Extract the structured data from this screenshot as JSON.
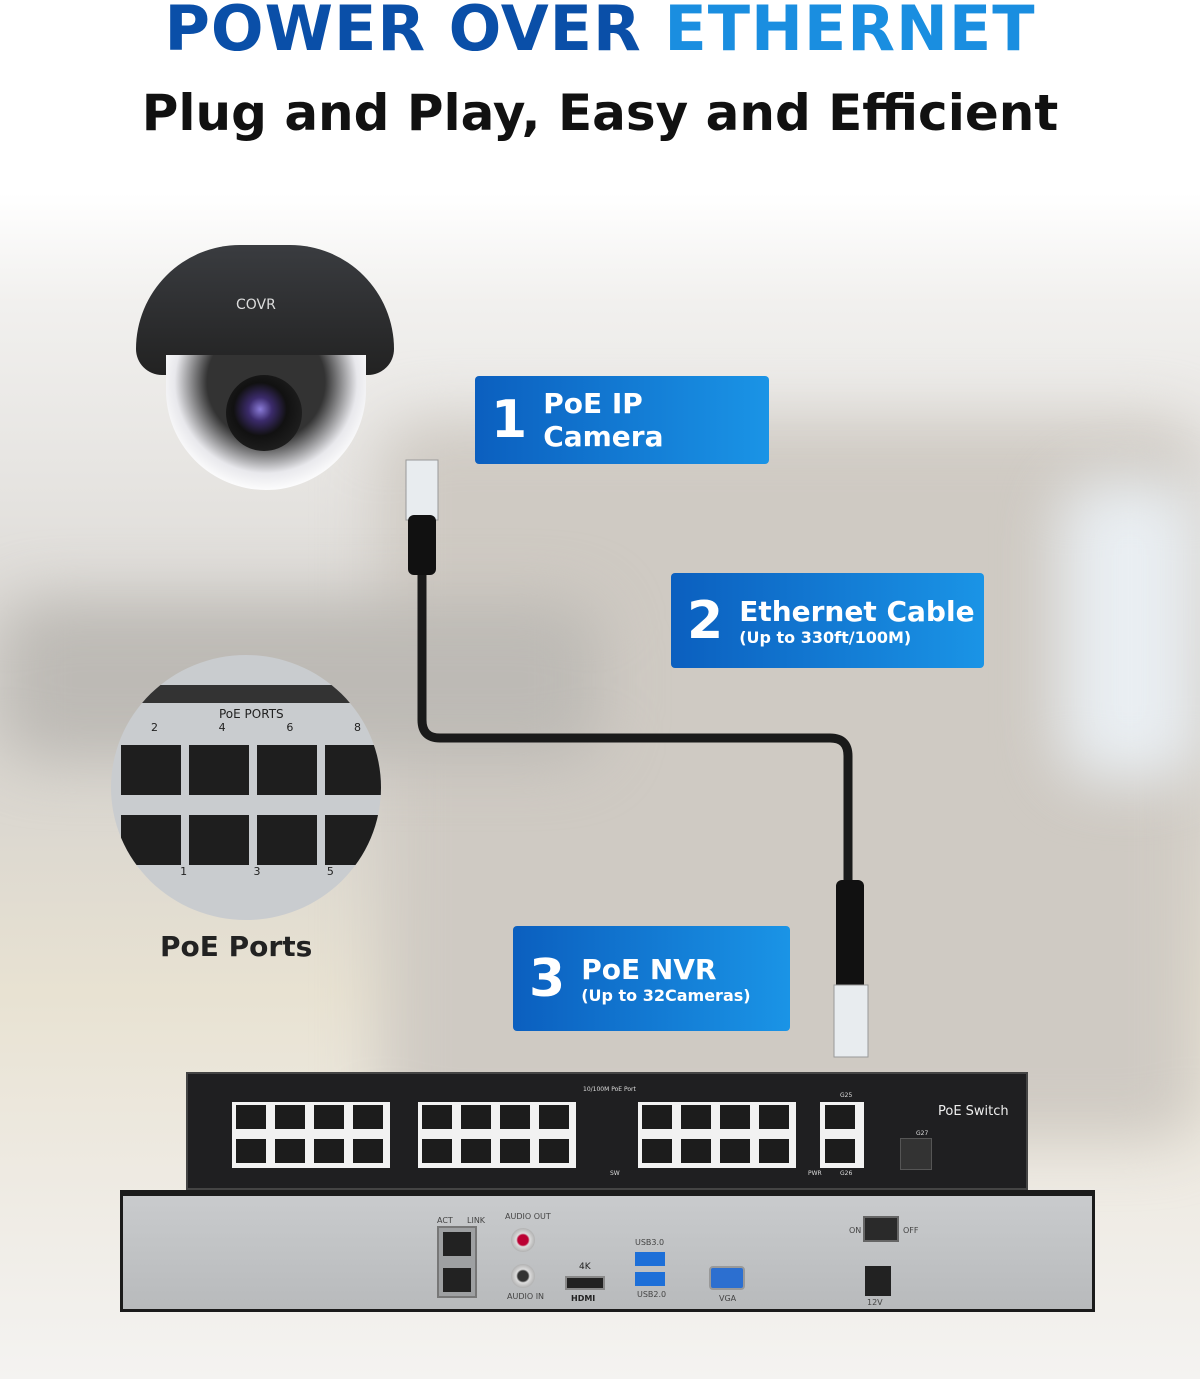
{
  "header": {
    "title_part1": "POWER OVER",
    "title_part2": "ETHERNET",
    "subtitle": "Plug and Play, Easy and Efficient"
  },
  "colors": {
    "title_dark": "#0a4fa8",
    "title_light": "#1a8ee0",
    "label_bg": "#1070d0"
  },
  "labels": [
    {
      "num": "1",
      "title": "PoE IP Camera",
      "sub": ""
    },
    {
      "num": "2",
      "title": "Ethernet Cable",
      "sub": "(Up to 330ft/100M)"
    },
    {
      "num": "3",
      "title": "PoE NVR",
      "sub": "(Up to 32Cameras)"
    }
  ],
  "camera": {
    "brand": "COVR"
  },
  "poe_ports_inset": {
    "header": "PoE PORTS",
    "top_numbers": [
      "2",
      "4",
      "6",
      "8"
    ],
    "bottom_numbers": [
      "1",
      "3",
      "5"
    ],
    "caption": "PoE Ports"
  },
  "switch": {
    "label": "PoE Switch",
    "port_header": "10/100M PoE Port",
    "uplink_top": "G25",
    "uplink_bottom": "G26",
    "sfp": "G27",
    "pwr": "PWR",
    "sw": "SW"
  },
  "nvr": {
    "audio_out": "AUDIO OUT",
    "audio_in": "AUDIO IN",
    "hdmi_4k": "4K",
    "hdmi": "HDMI",
    "usb3": "USB3.0",
    "usb2": "USB2.0",
    "vga": "VGA",
    "on": "ON",
    "off": "OFF",
    "dc": "12V",
    "act": "ACT",
    "link": "LINK"
  }
}
